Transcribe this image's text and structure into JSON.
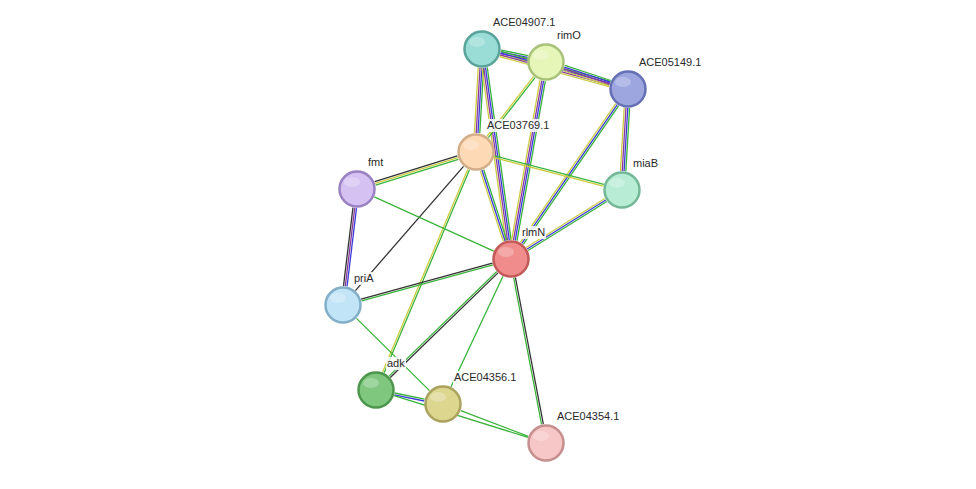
{
  "diagram": {
    "nodes": [
      {
        "text": [
          "ACE04907.1"
        ]
      },
      {
        "text": [
          "rimO"
        ]
      },
      {
        "text": [
          "ACE05149.1"
        ]
      },
      {
        "text": [
          "ACE03769.1"
        ]
      },
      {
        "text": [
          "fmt"
        ]
      },
      {
        "text": [
          "miaB"
        ]
      },
      {
        "text": [
          "rlmN"
        ]
      },
      {
        "text": [
          "priA"
        ]
      },
      {
        "text": [
          "adk"
        ]
      },
      {
        "text": [
          "ACE04356.1"
        ]
      },
      {
        "text": [
          "ACE04354.1"
        ]
      }
    ],
    "edges": [
      {
        "from": 0,
        "to": 1,
        "arrow": "none"
      },
      {
        "from": 0,
        "to": 2,
        "arrow": "none"
      },
      {
        "from": 0,
        "to": 3,
        "arrow": "none"
      },
      {
        "from": 0,
        "to": 6,
        "arrow": "none"
      },
      {
        "from": 1,
        "to": 2,
        "arrow": "none"
      },
      {
        "from": 1,
        "to": 3,
        "arrow": "none"
      },
      {
        "from": 1,
        "to": 6,
        "arrow": "none"
      },
      {
        "from": 2,
        "to": 5,
        "arrow": "none"
      },
      {
        "from": 2,
        "to": 6,
        "arrow": "none"
      },
      {
        "from": 3,
        "to": 4,
        "arrow": "none"
      },
      {
        "from": 3,
        "to": 5,
        "arrow": "none"
      },
      {
        "from": 3,
        "to": 6,
        "arrow": "none"
      },
      {
        "from": 3,
        "to": 7,
        "arrow": "none"
      },
      {
        "from": 3,
        "to": 8,
        "arrow": "none"
      },
      {
        "from": 4,
        "to": 7,
        "arrow": "none"
      },
      {
        "from": 4,
        "to": 6,
        "arrow": "none"
      },
      {
        "from": 5,
        "to": 6,
        "arrow": "none"
      },
      {
        "from": 6,
        "to": 7,
        "arrow": "none"
      },
      {
        "from": 6,
        "to": 8,
        "arrow": "none"
      },
      {
        "from": 6,
        "to": 9,
        "arrow": "none"
      },
      {
        "from": 6,
        "to": 10,
        "arrow": "none"
      },
      {
        "from": 7,
        "to": 9,
        "arrow": "none"
      },
      {
        "from": 8,
        "to": 9,
        "arrow": "none"
      },
      {
        "from": 8,
        "to": 10,
        "arrow": "none"
      },
      {
        "from": 9,
        "to": 10,
        "arrow": "none"
      }
    ]
  }
}
